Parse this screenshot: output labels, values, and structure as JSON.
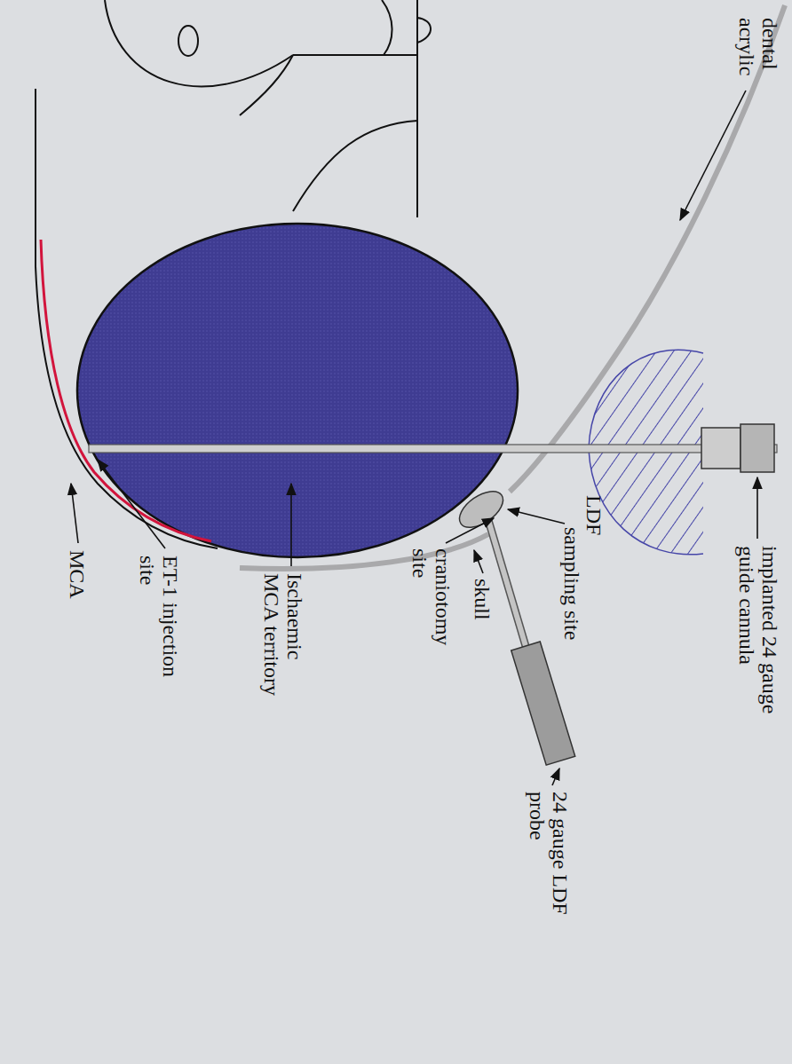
{
  "diagram": {
    "labels": [
      "dental acrylic",
      "implanted 24 gauge guide cannula",
      "LDF",
      "sampling site",
      "skull",
      "craniotomy site",
      "24 gauge LDF probe",
      "Ischaemic MCA territory",
      "ET-1 injection site",
      "MCA"
    ]
  }
}
